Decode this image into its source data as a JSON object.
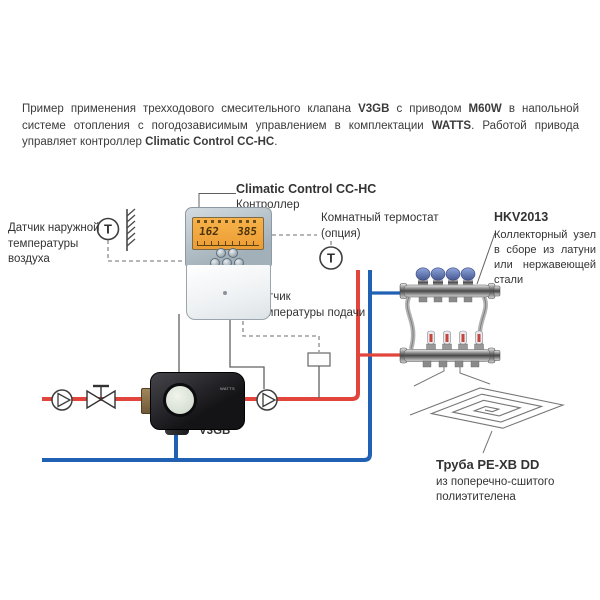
{
  "intro": {
    "segments": [
      {
        "text": "Пример применения трехходового смесительного клапана ",
        "bold": false
      },
      {
        "text": "V3GB",
        "bold": true
      },
      {
        "text": " с приводом ",
        "bold": false
      },
      {
        "text": "M60W",
        "bold": true
      },
      {
        "text": " в напольной системе отопления с погодозависимым управлением в комплектации ",
        "bold": false
      },
      {
        "text": "WATTS",
        "bold": true
      },
      {
        "text": ". Работой привода управляет контроллер ",
        "bold": false
      },
      {
        "text": "Climatic Control CC-HC",
        "bold": true
      },
      {
        "text": ".",
        "bold": false
      }
    ]
  },
  "controller": {
    "title": "Climatic Control CC-HC",
    "subtitle": "Контроллер",
    "display": {
      "left_value": "162",
      "right_value": "385"
    }
  },
  "sensors": {
    "outdoor": {
      "line1": "Датчик наружной",
      "line2": "температуры",
      "line3": "воздуха",
      "symbol": "T"
    },
    "room": {
      "line1": "Комнатный термостат",
      "line2": "(опция)",
      "symbol": "T"
    },
    "supply": {
      "line1": "Датчик",
      "line2": "температуры подачи"
    }
  },
  "manifold": {
    "title": "HKV2013",
    "description": "Коллекторный узел в сборе из латуни или нержавеющей стали"
  },
  "valve": {
    "label": "V3GB",
    "brand": "WATTS"
  },
  "floor_pipe": {
    "title": "Труба PE-XB DD",
    "line1": "из поперечно-сшитого",
    "line2": "полиэтителена"
  },
  "colors": {
    "supply_pipe": "#e2453c",
    "return_pipe": "#2161b4",
    "lcd_background": "#f2a83e",
    "manifold_knob": "#6b82cc",
    "wire": "#606060",
    "text": "#3a3a3a"
  }
}
